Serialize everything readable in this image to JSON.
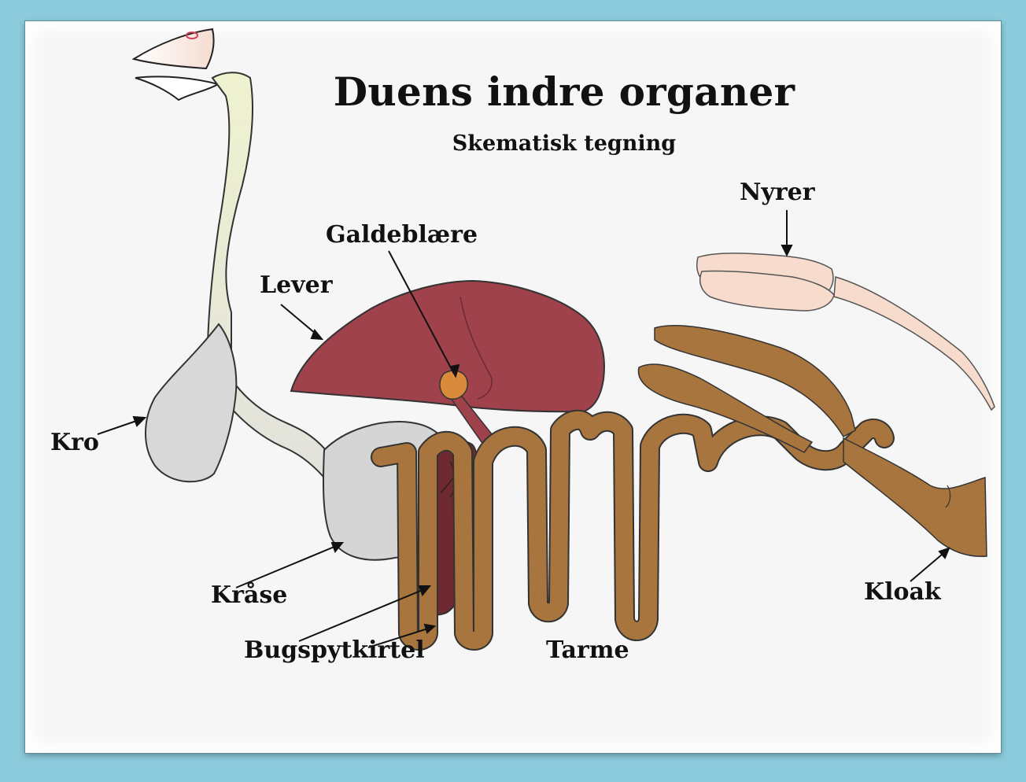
{
  "title": "Duens indre organer",
  "subtitle": "Skematisk tegning",
  "labels": {
    "kro": "Kro",
    "kraase": "Kråse",
    "lever": "Lever",
    "galdeblaere": "Galdeblære",
    "bugspytkirtel": "Bugspytkirtel",
    "tarme": "Tarme",
    "nyrer": "Nyrer",
    "kloak": "Kloak"
  },
  "colors": {
    "background": "#8ccbdc",
    "liver": "#a0424c",
    "intestine": "#a8753f",
    "pancreas": "#6e2a30",
    "crop": "#dcdcdc",
    "kidney": "#f7dccd",
    "gallbladder": "#d98a3a",
    "esophagus": "#eef0d6"
  }
}
